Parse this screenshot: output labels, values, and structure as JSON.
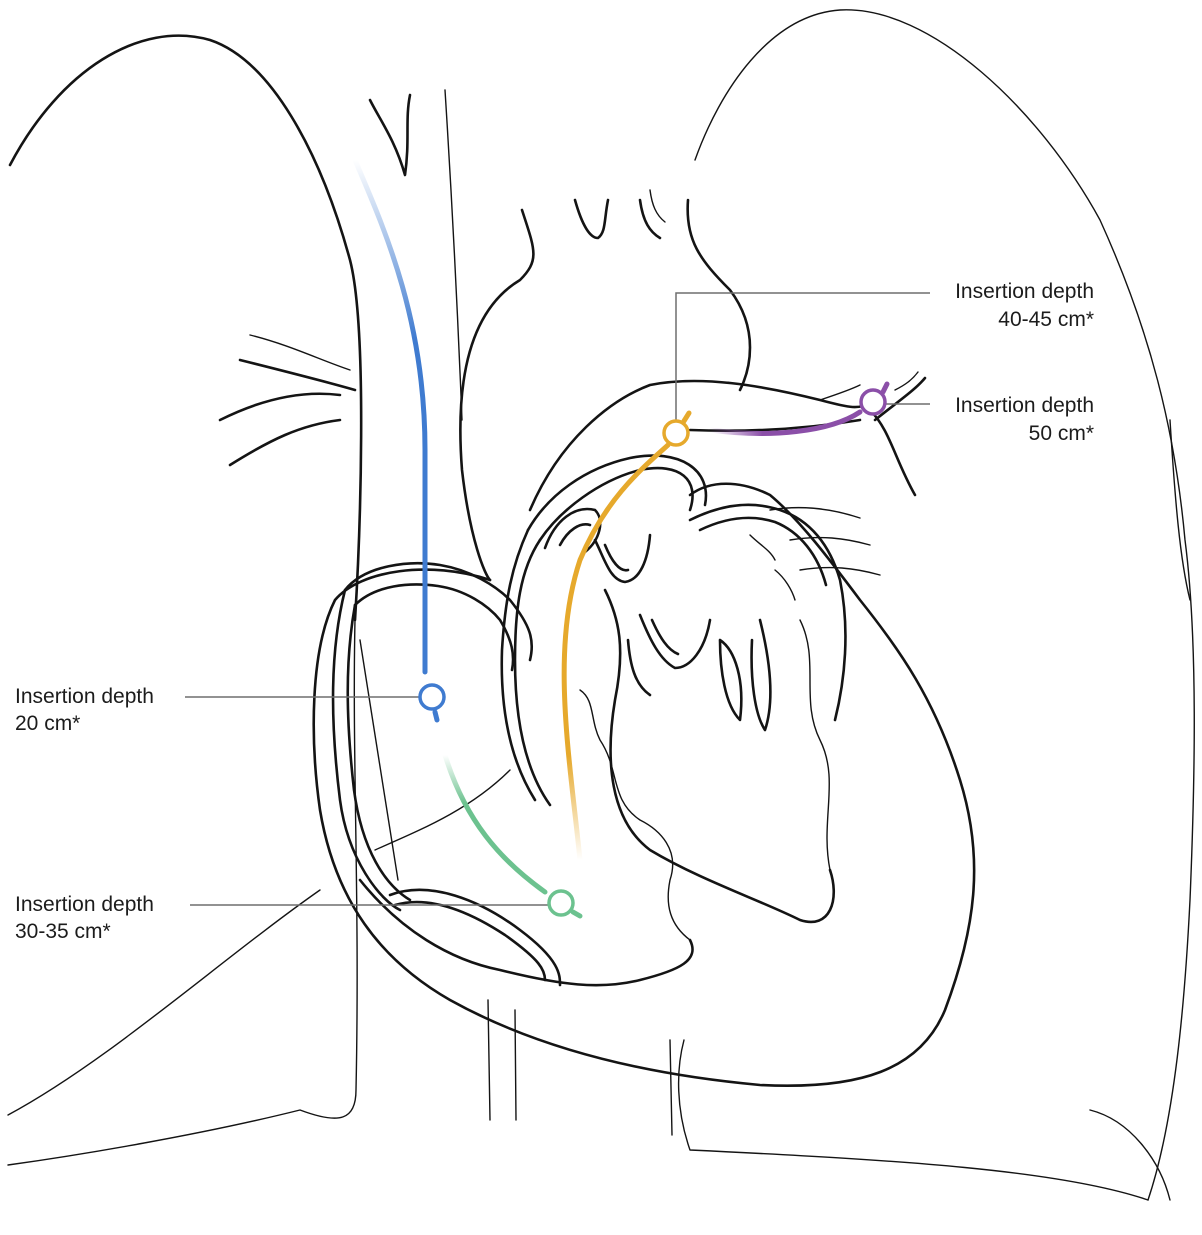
{
  "labels": {
    "svc": {
      "line1": "Insertion depth",
      "line2": "20 cm*",
      "color": "#3f7bd0"
    },
    "rv": {
      "line1": "Insertion depth",
      "line2": "30-35 cm*",
      "color": "#6cc28f"
    },
    "pa": {
      "line1": "Insertion depth",
      "line2": "40-45 cm*",
      "color": "#e6a92c"
    },
    "wedge": {
      "line1": "Insertion depth",
      "line2": "50 cm*",
      "color": "#8b4fa8"
    }
  },
  "colors": {
    "outline": "#141414",
    "leader": "#6e6e6e",
    "background": "#ffffff"
  }
}
